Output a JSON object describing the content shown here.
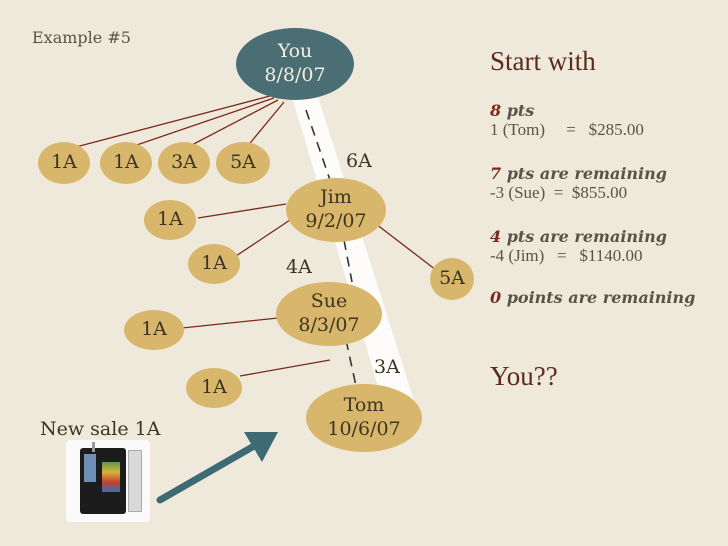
{
  "slide_label": "Example #5",
  "you_node": {
    "name": "You",
    "date": "8/8/07"
  },
  "jim_node": {
    "name": "Jim",
    "date": "9/2/07"
  },
  "sue_node": {
    "name": "Sue",
    "date": "8/3/07"
  },
  "tom_node": {
    "name": "Tom",
    "date": "10/6/07"
  },
  "top_row": [
    "1A",
    "1A",
    "3A",
    "5A"
  ],
  "jim_children": [
    "1A",
    "1A"
  ],
  "sue_child": "1A",
  "tom_child": "1A",
  "side_5a": "5A",
  "spine_labels": {
    "six": "6A",
    "four": "4A",
    "three": "3A"
  },
  "new_sale": "New sale 1A",
  "panel": {
    "heading": "Start with",
    "b1_num": "8",
    "b1_em": " pts",
    "b1_line": "1 (Tom)     =   $285.00",
    "b2_num": "7",
    "b2_em": " pts are remaining",
    "b2_line": "-3 (Sue)  =  $855.00",
    "b3_num": "4",
    "b3_em": " pts are remaining",
    "b3_line": "-4 (Jim)   =   $1140.00",
    "b4_num": "0",
    "b4_em": " points are remaining",
    "question": "You??"
  },
  "colors": {
    "background": "#efe9dc",
    "gold": "#d8b66b",
    "teal": "#4a6e73",
    "line": "#7a2a1a",
    "arrow": "#3e6b73",
    "accent": "#7a2a1a"
  }
}
